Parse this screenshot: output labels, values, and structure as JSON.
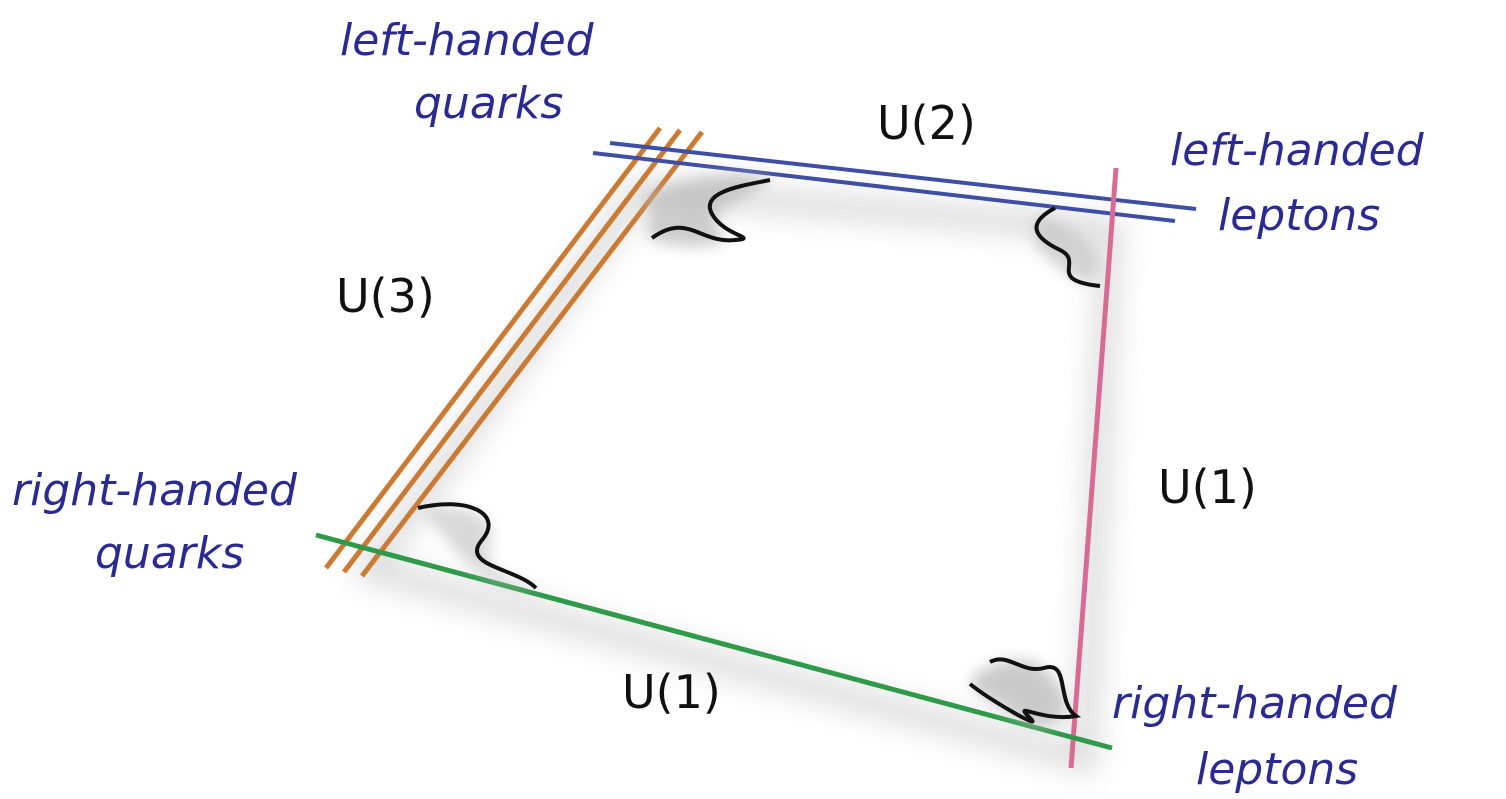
{
  "colors": {
    "background": "#ffffff",
    "label_blue": "#2a2a92",
    "group_text": "#111111",
    "u3_brane": "#cc7a33",
    "u2_brane": "#3f4ea5",
    "u1_lepton_brane": "#d86b96",
    "u1_green_brane": "#2f9a4a",
    "string": "#111111",
    "shadow": "#b9b9b9"
  },
  "labels": {
    "left_quarks": [
      "left-handed",
      "quarks"
    ],
    "left_leptons": [
      "left-handed",
      "leptons"
    ],
    "right_quarks": [
      "right-handed",
      "quarks"
    ],
    "right_leptons": [
      "right-handed",
      "leptons"
    ]
  },
  "groups": {
    "u3": "U(3)",
    "u2": "U(2)",
    "u1_right": "U(1)",
    "u1_bottom": "U(1)"
  }
}
